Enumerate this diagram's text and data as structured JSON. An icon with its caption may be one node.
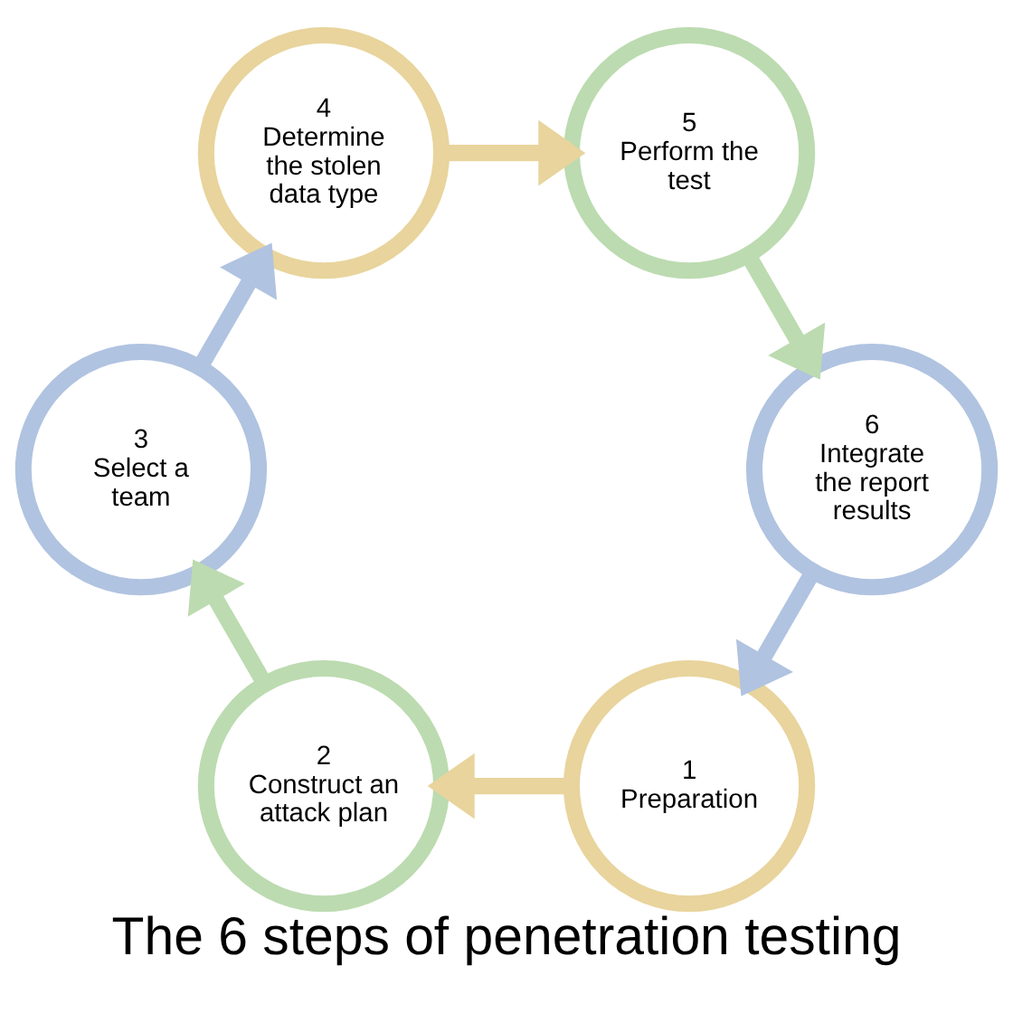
{
  "diagram": {
    "title": "The 6 steps of penetration testing",
    "nodes": [
      {
        "text": [
          "1",
          "Preparation"
        ]
      },
      {
        "text": [
          "2",
          "Construct an attack plan"
        ]
      },
      {
        "text": [
          "3",
          "Select a team"
        ]
      },
      {
        "text": [
          "4",
          "Determine the stolen data type"
        ]
      },
      {
        "text": [
          "5",
          "Perform the test"
        ]
      },
      {
        "text": [
          "6",
          "Integrate the report results"
        ]
      }
    ],
    "edges": [
      {
        "from": 0,
        "to": 1,
        "arrow": "to",
        "color": "#e8d49c"
      },
      {
        "from": 1,
        "to": 2,
        "arrow": "to",
        "color": "#bcdbb0"
      },
      {
        "from": 2,
        "to": 3,
        "arrow": "to",
        "color": "#b0c3e0"
      },
      {
        "from": 3,
        "to": 4,
        "arrow": "to",
        "color": "#e8d49c"
      },
      {
        "from": 4,
        "to": 5,
        "arrow": "to",
        "color": "#bcdbb0"
      },
      {
        "from": 5,
        "to": 0,
        "arrow": "to",
        "color": "#b0c3e0"
      }
    ]
  }
}
